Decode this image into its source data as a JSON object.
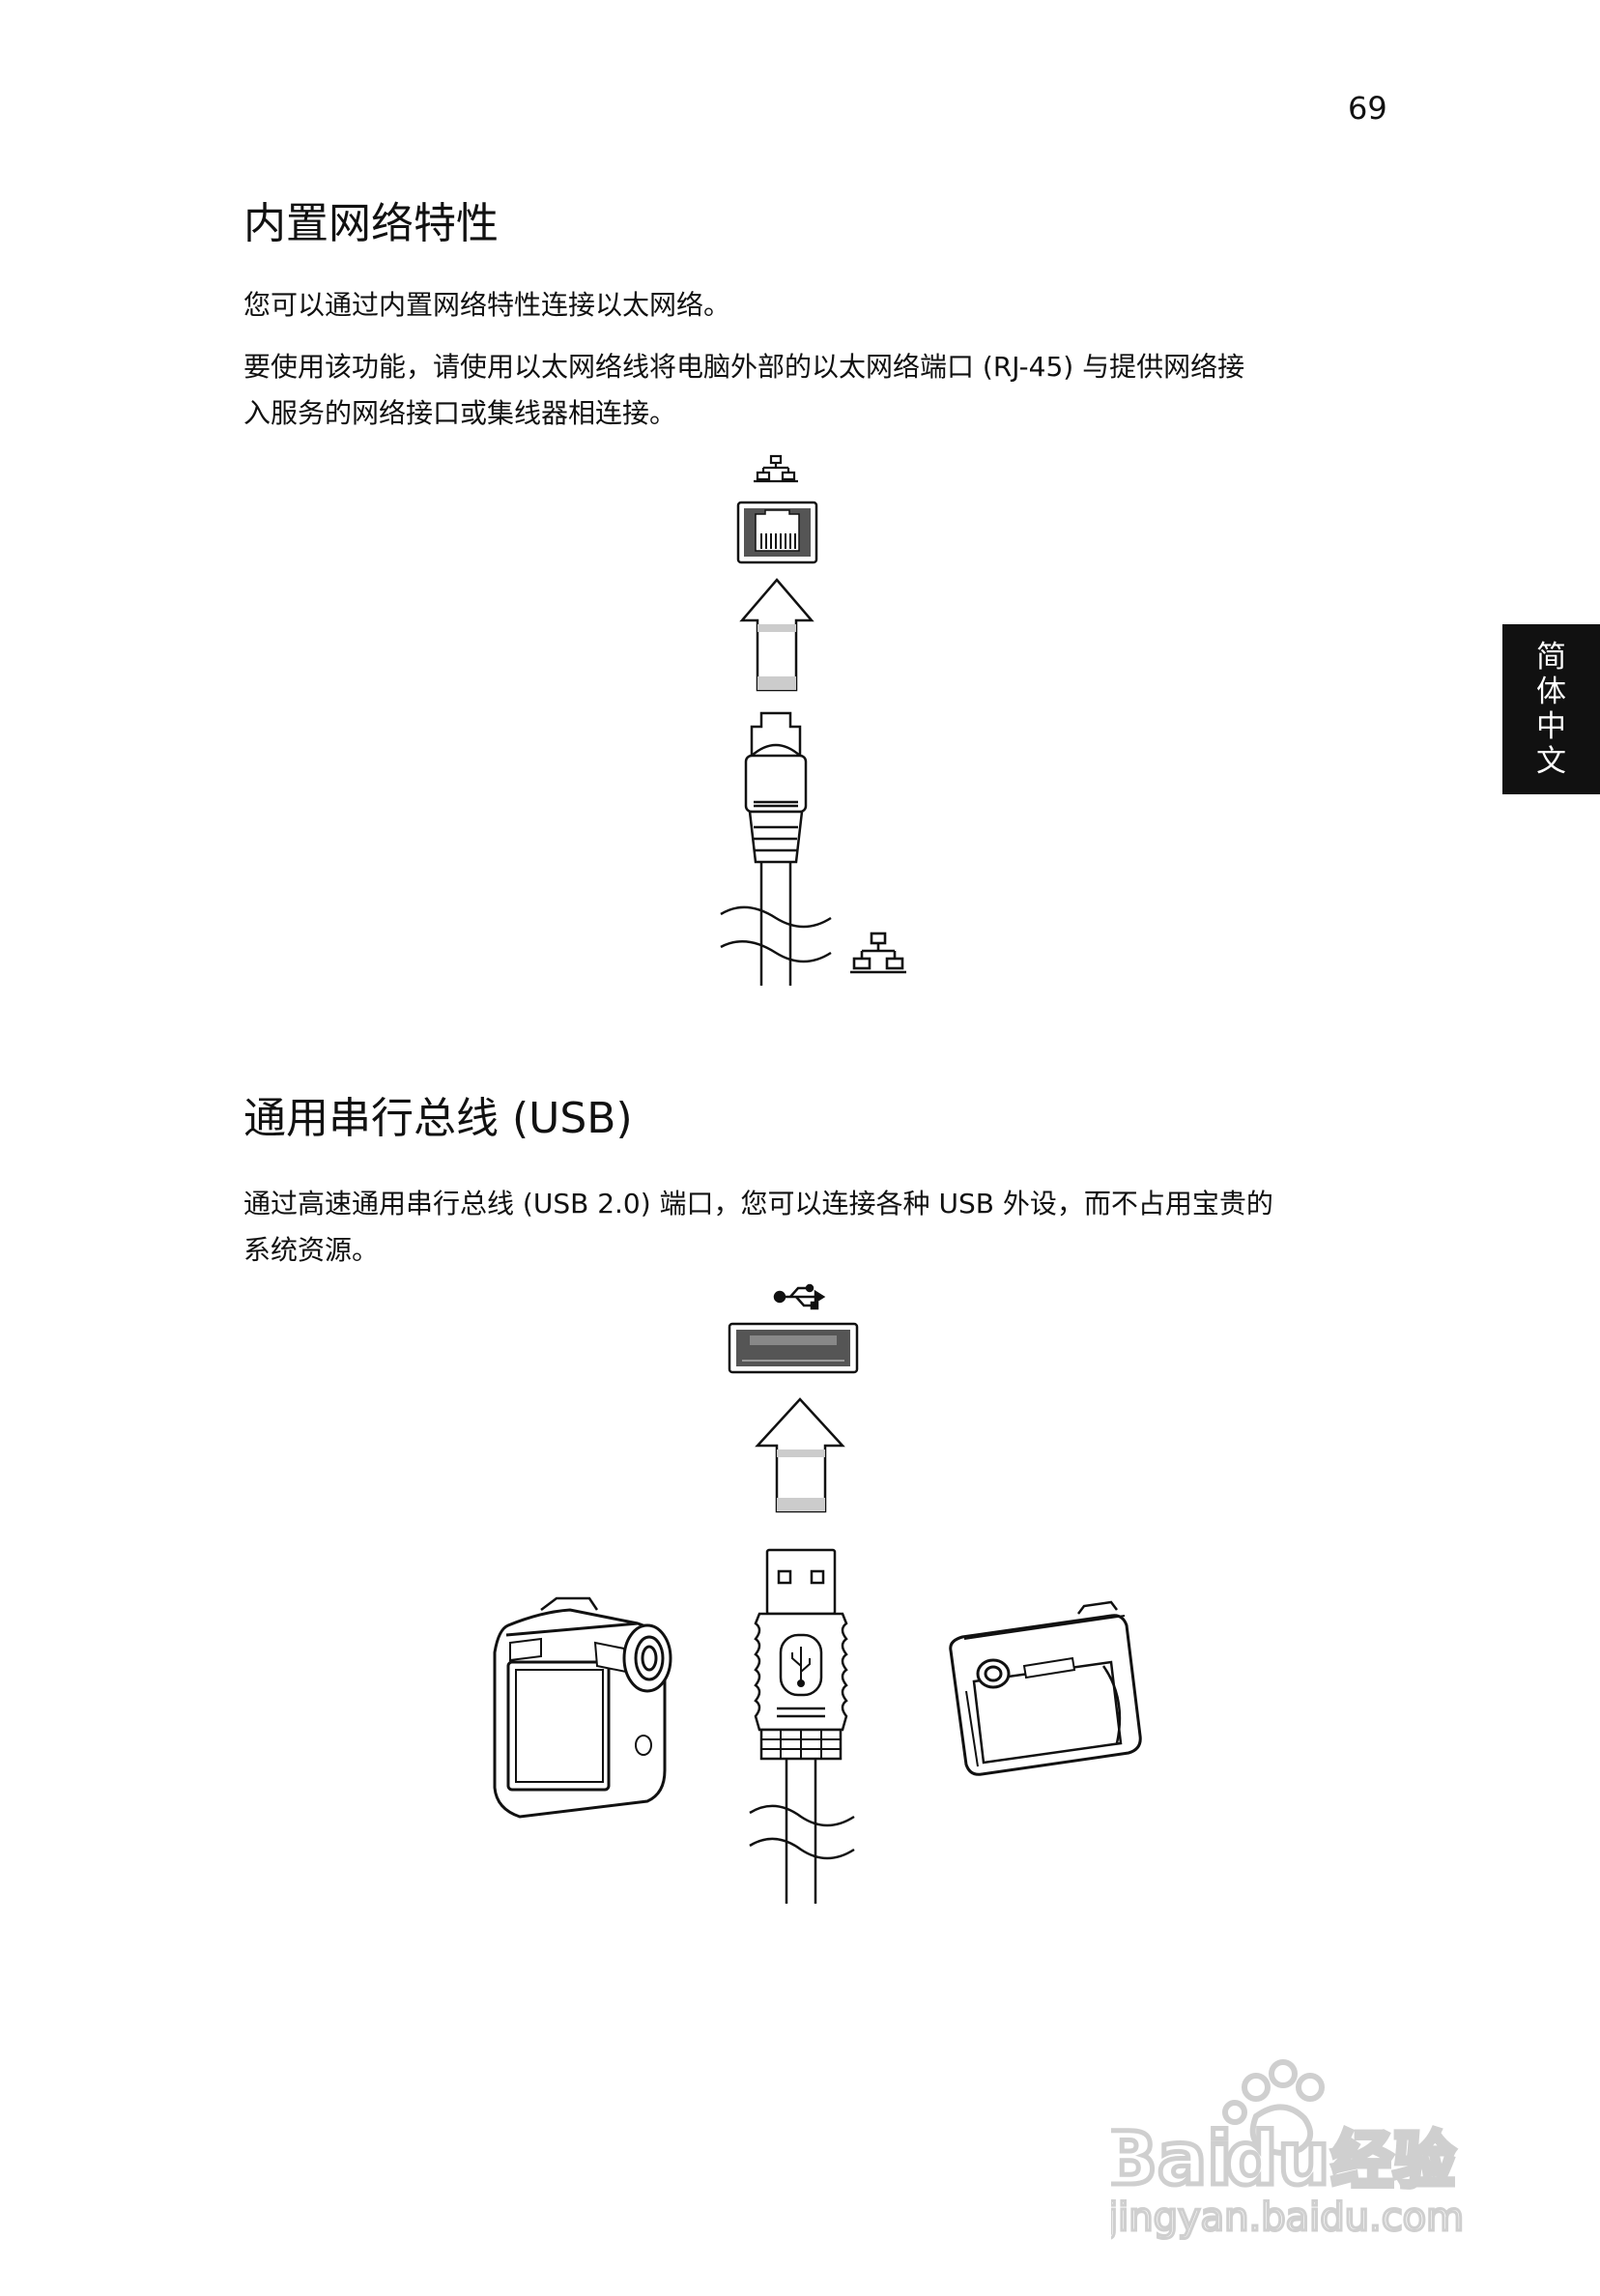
{
  "page_number": "69",
  "side_tab": {
    "chars": [
      "简",
      "体",
      "中",
      "文"
    ]
  },
  "section_network": {
    "title": "内置网络特性",
    "para1": "您可以通过内置网络特性连接以太网络。",
    "para2_line1": "要使用该功能，请使用以太网络线将电脑外部的以太网络端口 (RJ-45) 与提供网络接",
    "para2_line2": "入服务的网络接口或集线器相连接。",
    "icons": [
      "network-icon",
      "rj45-port-icon",
      "up-arrow-icon",
      "rj45-plug-icon"
    ]
  },
  "section_usb": {
    "title": "通用串行总线 (USB)",
    "para1_line1": "通过高速通用串行总线 (USB 2.0) 端口，您可以连接各种 USB 外设，而不占用宝贵的",
    "para1_line2": "系统资源。",
    "icons": [
      "usb-symbol-icon",
      "usb-port-icon",
      "up-arrow-icon",
      "usb-plug-icon",
      "camcorder-icon",
      "digital-camera-icon"
    ]
  },
  "watermark": {
    "brand": "Bai du 经验",
    "url": "jingyan.baidu.com"
  },
  "colors": {
    "text": "#111111",
    "tab_bg": "#111111",
    "tab_text": "#ffffff",
    "port_fill": "#555555",
    "watermark": "#cfcfcf"
  }
}
